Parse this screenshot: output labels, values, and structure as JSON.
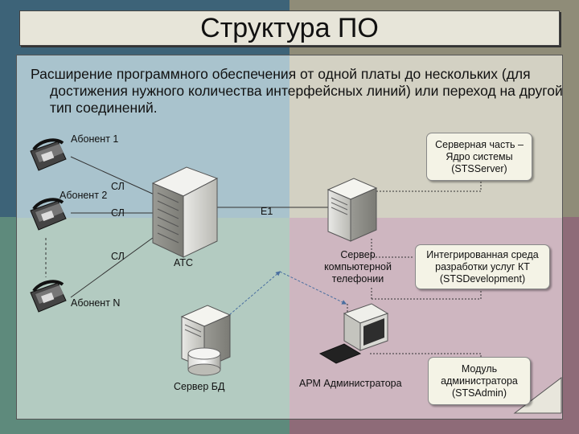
{
  "title": "Структура ПО",
  "intro": "Расширение программного обеспечения от одной платы до нескольких (для достижения нужного количества интерфейсных линий) или переход на другой тип соединений.",
  "subscribers": {
    "a1": "Абонент 1",
    "a2": "Абонент 2",
    "an": "Абонент N"
  },
  "links": {
    "sl1": "СЛ",
    "sl2": "СЛ",
    "sl3": "СЛ",
    "e1": "E1"
  },
  "nodes": {
    "ats": "АТС",
    "server_ct": "Сервер компьютерной телефонии",
    "server_db": "Сервер БД",
    "arm": "АРМ Администратора"
  },
  "modules": {
    "server": "Серверная часть – Ядро системы (STSServer)",
    "dev": "Интегрированная среда разработки услуг КТ (STSDevelopment)",
    "admin": "Модуль администратора (STSAdmin)"
  },
  "colors": {
    "q_top_left": "#3d6378",
    "q_top_right": "#8f8c78",
    "q_bottom_left": "#5e8a7c",
    "q_bottom_right": "#8e6b78",
    "box_fill": "#f4f3e6"
  }
}
